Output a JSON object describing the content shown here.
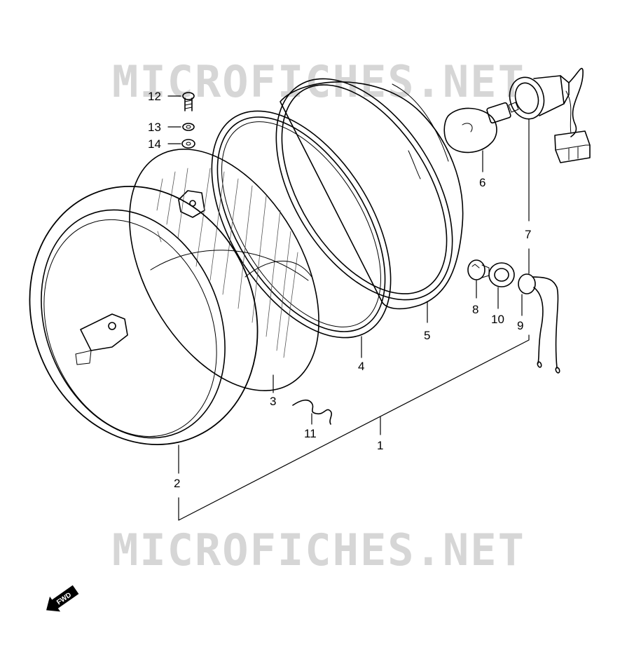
{
  "watermark": {
    "text": "MICROFICHES.NET",
    "color": "#d6d6d6"
  },
  "callouts": {
    "c1": "1",
    "c2": "2",
    "c3": "3",
    "c4": "4",
    "c5": "5",
    "c6": "6",
    "c7": "7",
    "c8": "8",
    "c9": "9",
    "c10": "10",
    "c11": "11",
    "c12": "12",
    "c13": "13",
    "c14": "14"
  },
  "direction_badge": {
    "label": "FWD",
    "icon": "forward-arrow-icon"
  },
  "colors": {
    "line": "#000000",
    "background": "#ffffff"
  }
}
